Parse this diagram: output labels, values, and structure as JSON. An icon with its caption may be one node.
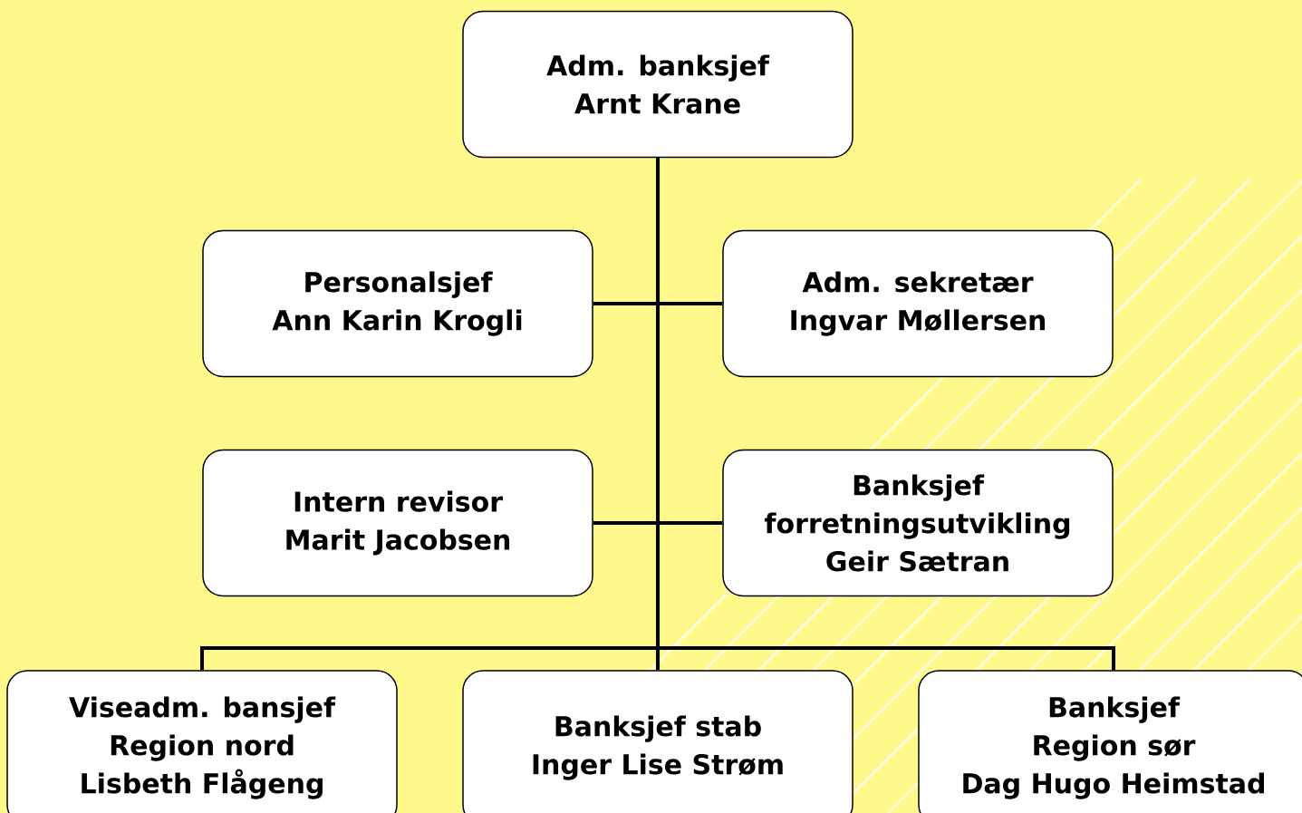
{
  "diagram": {
    "nodes": [
      {
        "text": [
          "Adm. banksjef",
          "Arnt Krane"
        ]
      },
      {
        "text": [
          "Personalsjef",
          "Ann Karin Krogli"
        ]
      },
      {
        "text": [
          "Adm. sekretær",
          "Ingvar Møllersen"
        ]
      },
      {
        "text": [
          "Intern revisor",
          "Marit Jacobsen"
        ]
      },
      {
        "text": [
          "Banksjef",
          "forretningsutvikling",
          "Geir Sætran"
        ]
      },
      {
        "text": [
          "Viseadm. bansjef",
          "Region nord",
          "Lisbeth Flågeng"
        ]
      },
      {
        "text": [
          "Banksjef stab",
          "Inger Lise Strøm"
        ]
      },
      {
        "text": [
          "Banksjef",
          "Region sør",
          "Dag Hugo Heimstad"
        ]
      }
    ],
    "edges": [
      {
        "from": 0,
        "to": 1,
        "arrow": "none"
      },
      {
        "from": 0,
        "to": 2,
        "arrow": "none"
      },
      {
        "from": 0,
        "to": 3,
        "arrow": "none"
      },
      {
        "from": 0,
        "to": 4,
        "arrow": "none"
      },
      {
        "from": 0,
        "to": 5,
        "arrow": "none"
      },
      {
        "from": 0,
        "to": 6,
        "arrow": "none"
      },
      {
        "from": 0,
        "to": 7,
        "arrow": "none"
      }
    ]
  }
}
